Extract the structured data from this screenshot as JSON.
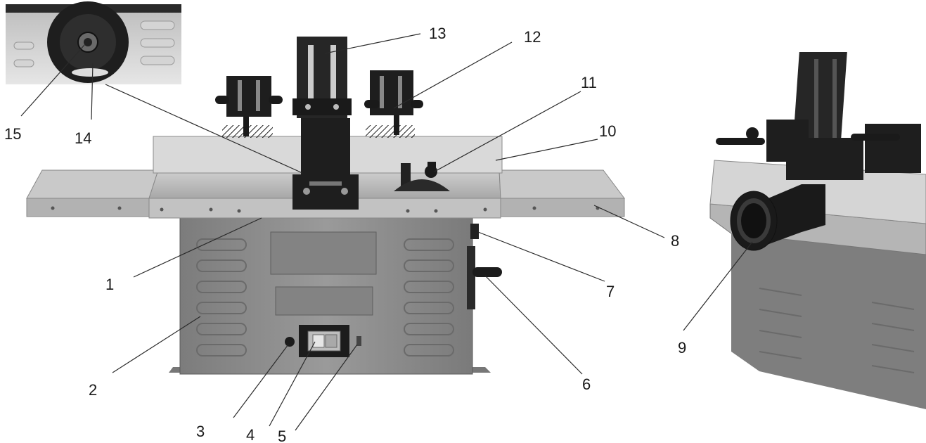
{
  "figure": {
    "main_view": "router-table-front-view",
    "side_view": "router-table-rear-view",
    "inset_view": "router-collet-closeup"
  },
  "callouts": [
    {
      "id": "1",
      "label": "1"
    },
    {
      "id": "2",
      "label": "2"
    },
    {
      "id": "3",
      "label": "3"
    },
    {
      "id": "4",
      "label": "4"
    },
    {
      "id": "5",
      "label": "5"
    },
    {
      "id": "6",
      "label": "6"
    },
    {
      "id": "7",
      "label": "7"
    },
    {
      "id": "8",
      "label": "8"
    },
    {
      "id": "9",
      "label": "9"
    },
    {
      "id": "10",
      "label": "10"
    },
    {
      "id": "11",
      "label": "11"
    },
    {
      "id": "12",
      "label": "12"
    },
    {
      "id": "13",
      "label": "13"
    },
    {
      "id": "14",
      "label": "14"
    },
    {
      "id": "15",
      "label": "15"
    }
  ],
  "colors": {
    "cabinet": "#8e8e8e",
    "table_top": "#c4c4c4",
    "fence": "#d8d8d8",
    "dark_parts": "#1c1c1c",
    "background": "#ffffff"
  }
}
